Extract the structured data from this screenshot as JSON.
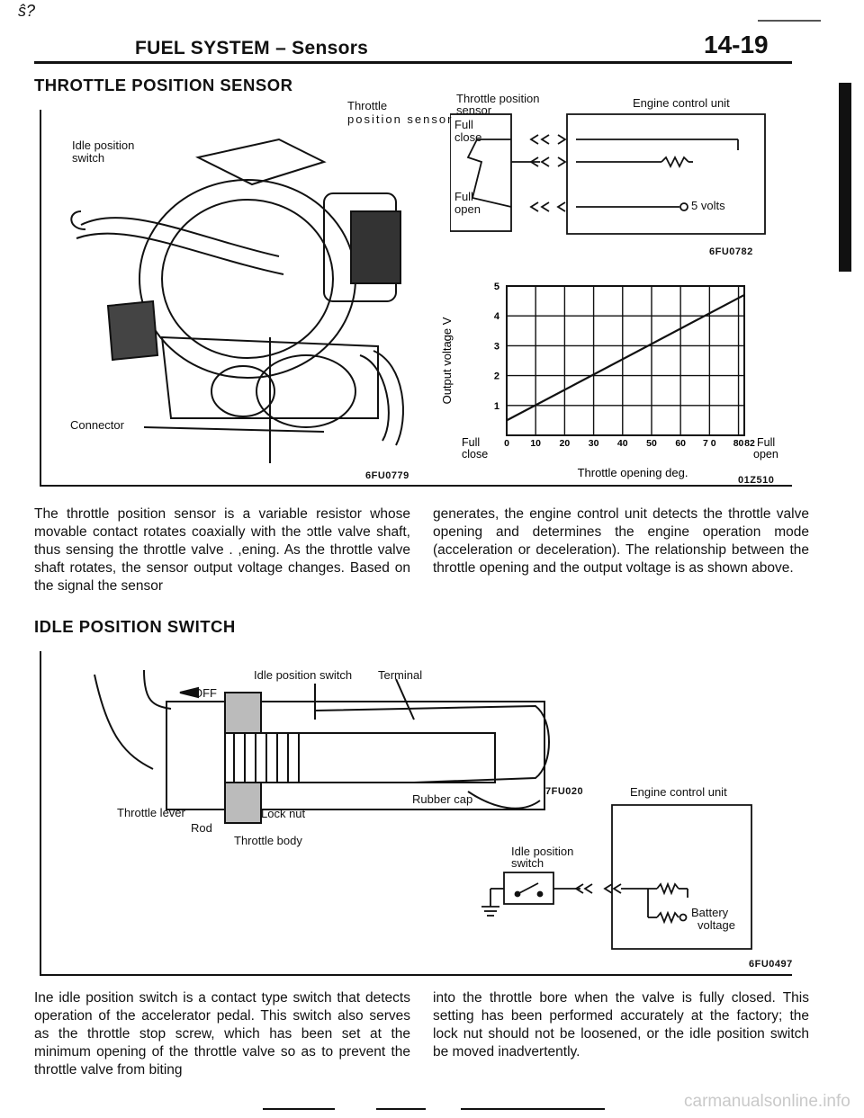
{
  "header": {
    "corner_mark": "ŝ?",
    "title": "FUEL SYSTEM – Sensors",
    "page_number": "14-19"
  },
  "section1": {
    "title": "THROTTLE POSITION SENSOR",
    "figure_left": {
      "label_throttle_sensor_line1": "Throttle",
      "label_throttle_sensor_line2": "position sensor",
      "label_idle_switch_line1": "Idle position",
      "label_idle_switch_line2": "switch",
      "label_connector": "Connector",
      "code": "6FU0779"
    },
    "circuit": {
      "label_sensor_line1": "Throttle position",
      "label_sensor_line2": "sensor",
      "label_ecu": "Engine control unit",
      "label_full_close_1": "Full",
      "label_full_close_2": "close",
      "label_full_open_1": "Full",
      "label_full_open_2": "open",
      "label_5v": "5 volts",
      "code": "6FU0782"
    },
    "graph_code": "01Z510",
    "paragraph_left": "The throttle position sensor is a variable resistor whose movable contact rotates coaxially with the ɔttle valve shaft, thus sensing the throttle valve . ,ening. As the throttle valve shaft rotates, the sensor output voltage changes. Based on the signal the sensor",
    "paragraph_right": "generates, the engine control unit detects the throttle valve opening and determines the engine operation mode (acceleration or deceleration). The relationship between the throttle opening and the output voltage is as shown above."
  },
  "chart_data": {
    "type": "line",
    "xlabel": "Throttle opening deg.",
    "ylabel": "Output voltage V",
    "x_ticks": [
      "0",
      "10",
      "20",
      "30",
      "40",
      "50",
      "60",
      "7 0",
      "80",
      "82"
    ],
    "y_ticks": [
      "1",
      "2",
      "3",
      "4",
      "5"
    ],
    "x_end_labels": {
      "left": "Full close",
      "right": "Full open"
    },
    "xlim": [
      0,
      82
    ],
    "ylim": [
      0,
      5
    ],
    "grid": true,
    "series": [
      {
        "x": [
          0,
          82
        ],
        "y": [
          0.5,
          4.7
        ]
      }
    ]
  },
  "section2": {
    "title": "IDLE POSITION SWITCH",
    "figure": {
      "label_switch": "Idle position switch",
      "label_terminal": "Terminal",
      "label_off": "OFF",
      "label_throttle_lever": "Throttle lever",
      "label_rod": "Rod",
      "label_lock_nut": "Lock nut",
      "label_rubber_cap": "Rubber cap",
      "label_throttle_body": "Throttle body",
      "code_left": "7FU020"
    },
    "circuit": {
      "label_ecu": "Engine control unit",
      "label_switch_line1": "Idle position",
      "label_switch_line2": "switch",
      "label_battery_line1": "Battery",
      "label_battery_line2": "voltage",
      "code": "6FU0497"
    },
    "paragraph_left": "Ine idle position switch is a contact type switch that detects operation of the accelerator pedal. This switch also serves as the throttle stop screw, which has been set at the minimum opening of the throttle valve so as to prevent the throttle valve from biting",
    "paragraph_right": "into the throttle bore when the valve is fully closed. This setting has been performed accurately at the factory; the lock nut should not be loosened, or the idle position switch be moved inadvertently."
  },
  "footer": {
    "watermark": "carmanualsonline.info"
  }
}
